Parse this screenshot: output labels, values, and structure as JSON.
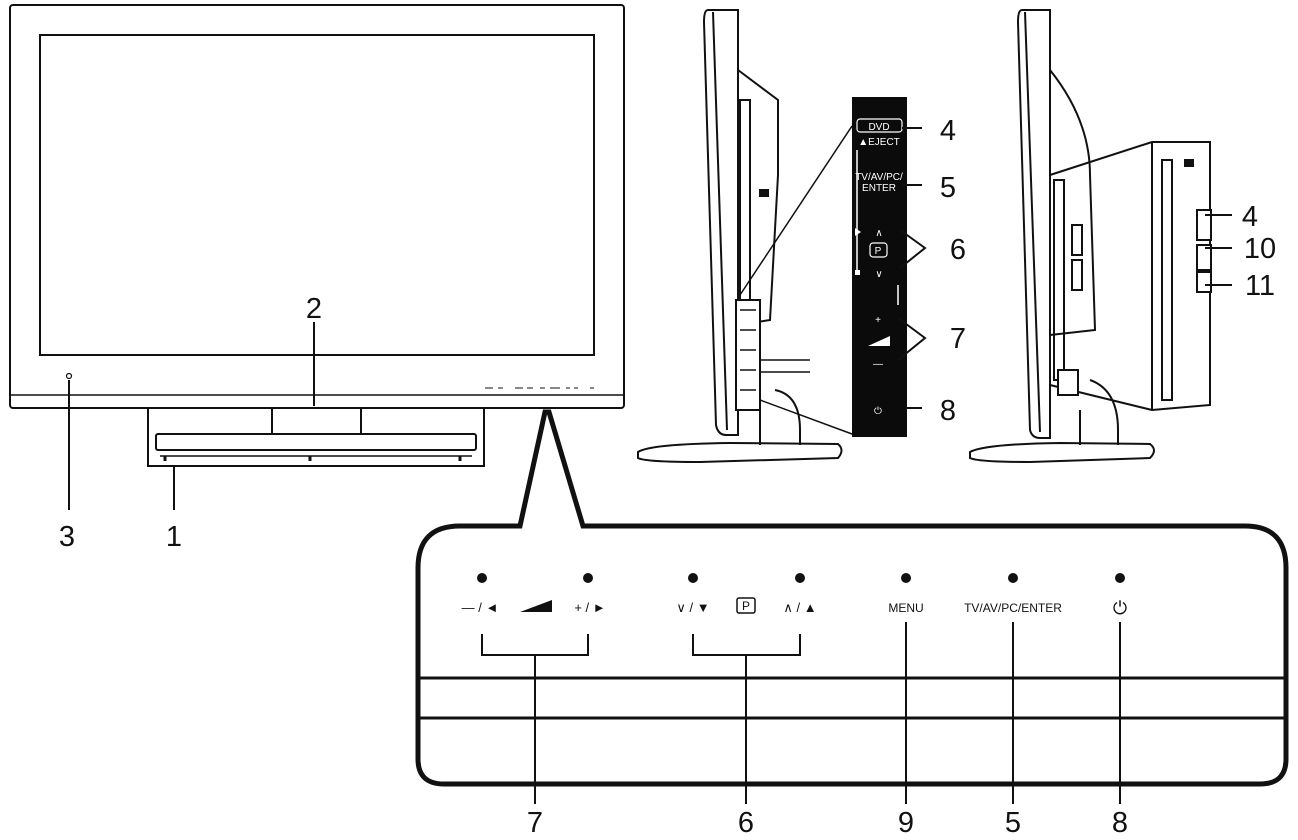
{
  "callouts": {
    "front_1": "1",
    "front_2": "2",
    "front_3": "3",
    "side_4": "4",
    "side_5": "5",
    "side_6": "6",
    "side_7": "7",
    "side_8": "8",
    "right_4": "4",
    "right_10": "10",
    "right_11": "11",
    "panel_7": "7",
    "panel_6": "6",
    "panel_9": "9",
    "panel_5": "5",
    "panel_8": "8"
  },
  "side_panel": {
    "dvd": "DVD",
    "eject": "▲EJECT",
    "tvav_line1": "TV/AV/PC/",
    "tvav_line2": "ENTER",
    "ch_up": "∧",
    "p": "P",
    "ch_down": "∨",
    "vol_plus": "+",
    "vol_minus": "—",
    "power": "⏻"
  },
  "control_panel": {
    "vol_minus": "— / ◄",
    "vol_plus": "+ / ►",
    "ch_down": "∨ / ▼",
    "p": "P",
    "ch_up": "∧ / ▲",
    "menu": "MENU",
    "tvav": "TV/AV/PC/ENTER",
    "power": "⏻"
  },
  "colors": {
    "line": "#111111",
    "panel": "#0b0b0b",
    "screen_fill": "#ffffff"
  }
}
